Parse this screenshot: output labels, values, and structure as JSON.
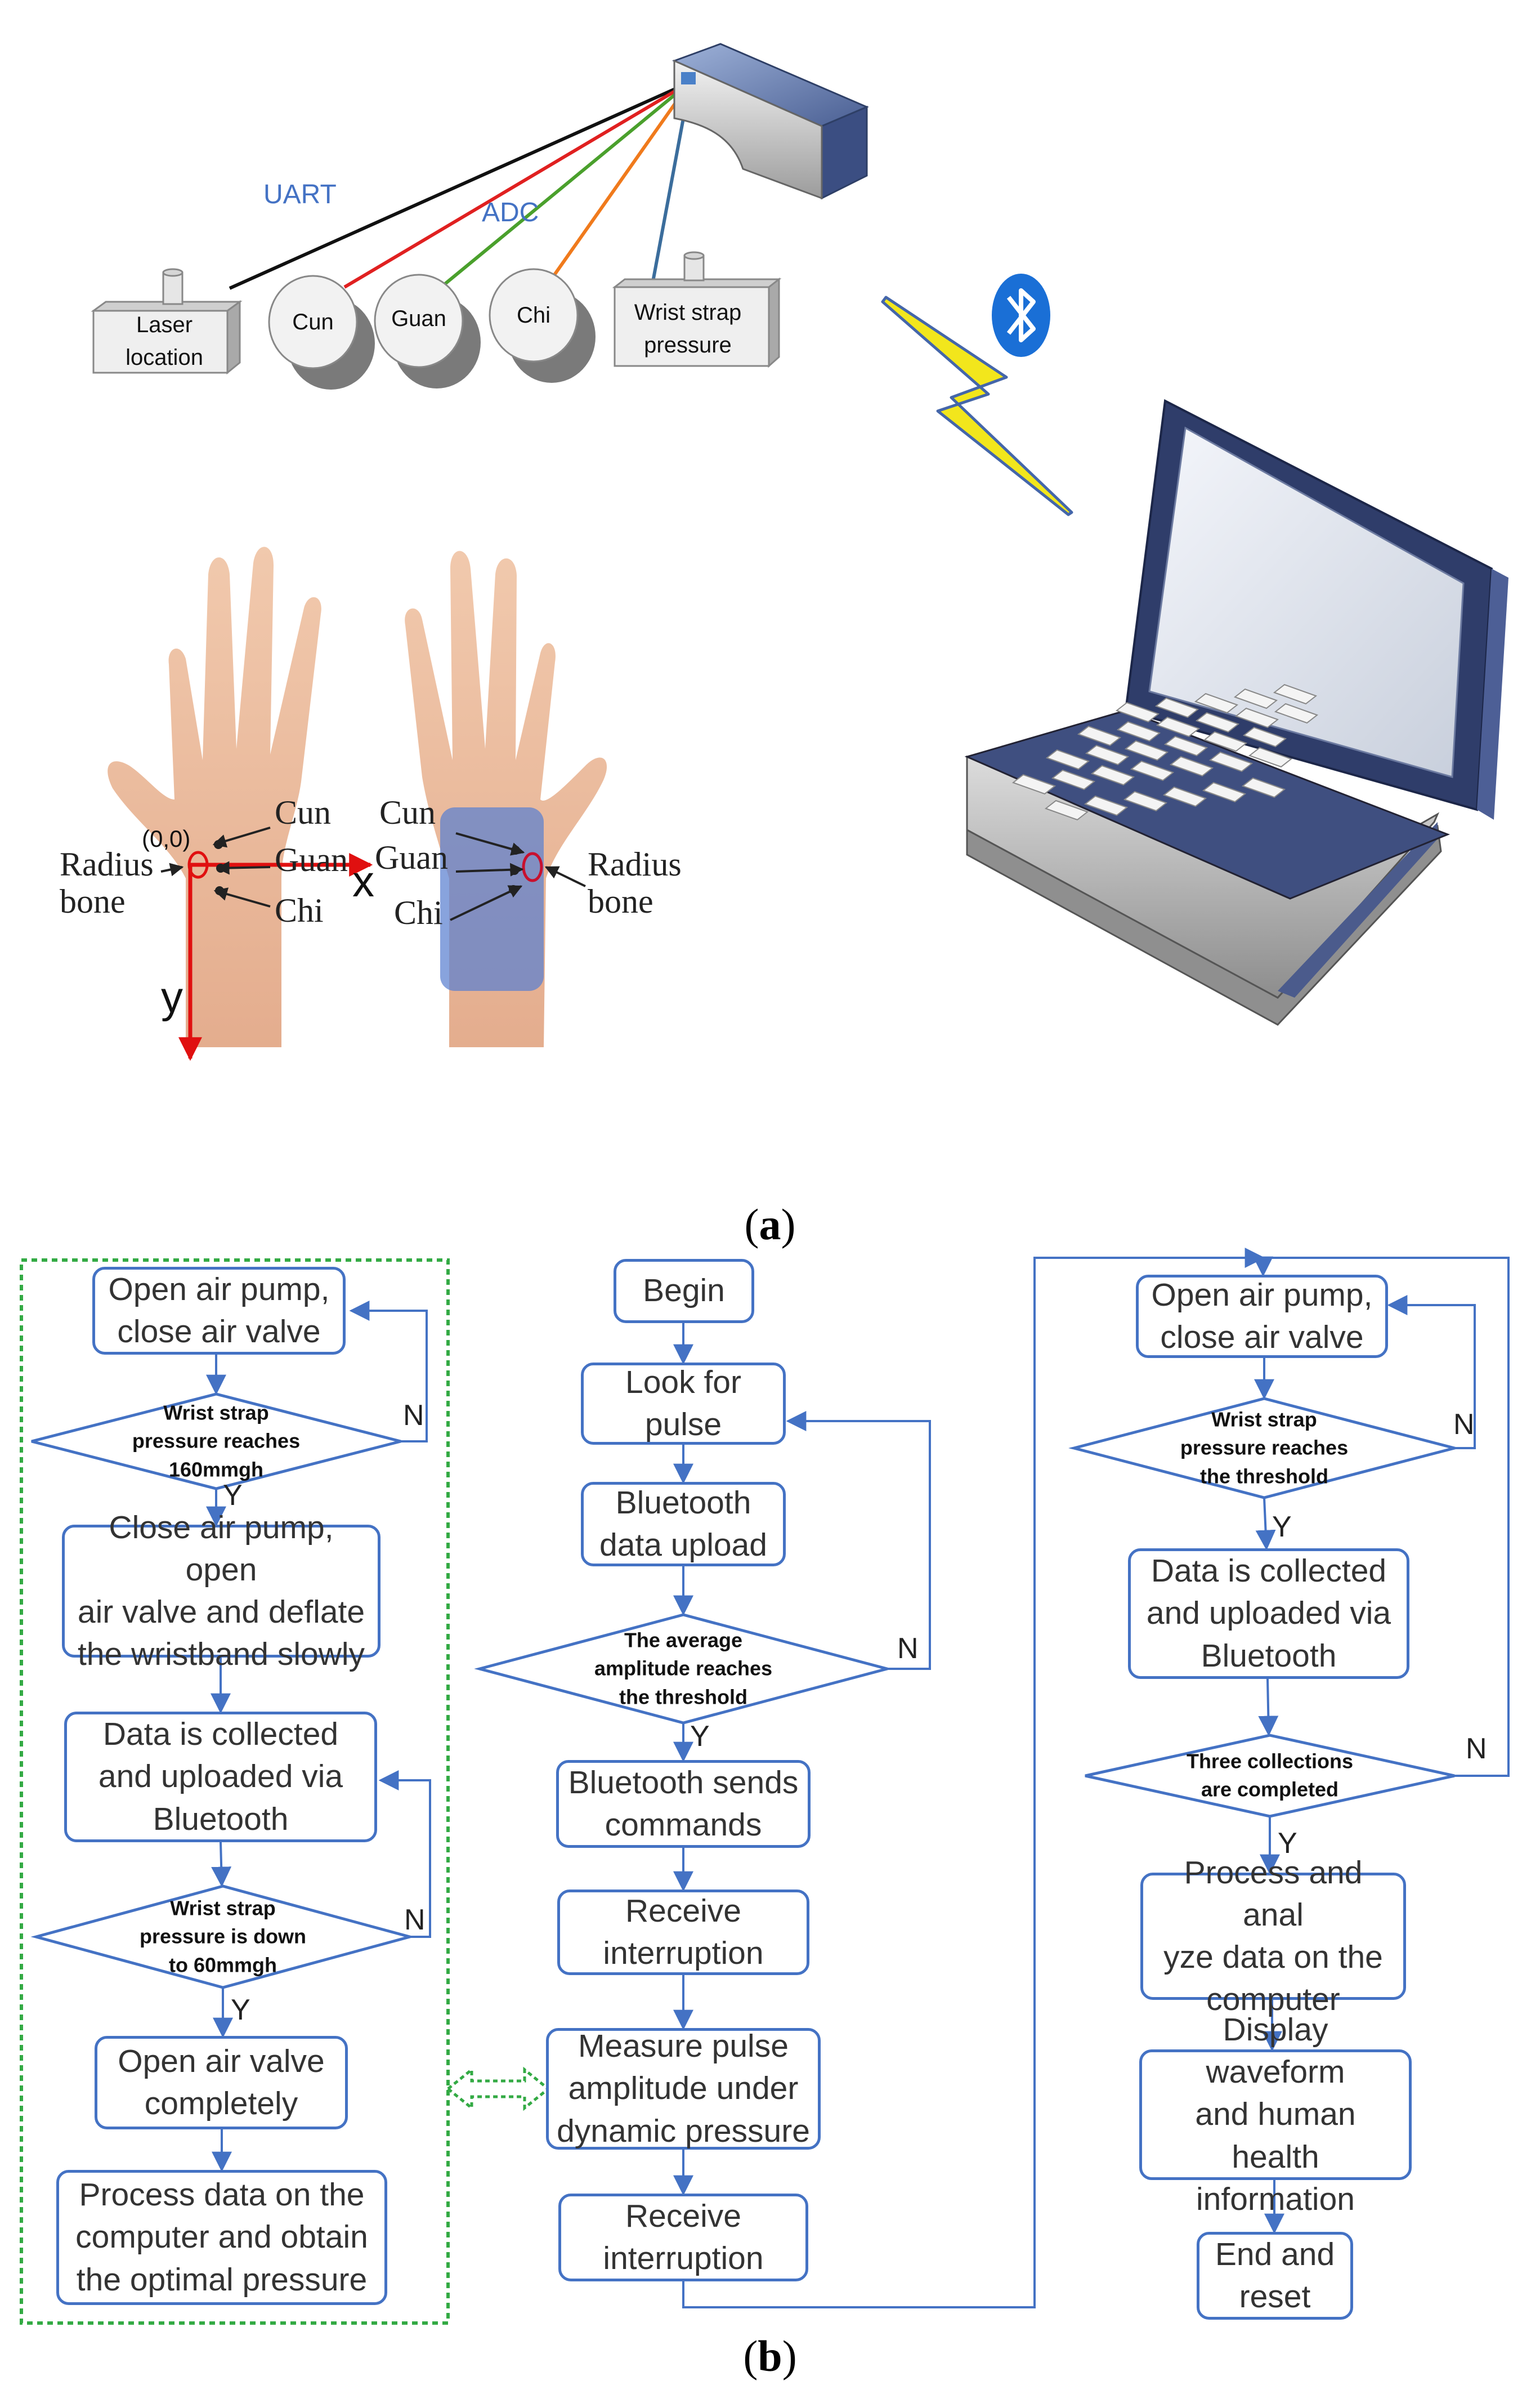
{
  "panels": {
    "a_label": "a",
    "b_label": "b"
  },
  "hardware": {
    "bus_uart": "UART",
    "bus_adc": "ADC",
    "laser": "Laser\nlocation",
    "cun": "Cun",
    "guan": "Guan",
    "chi": "Chi",
    "wrist_strap": "Wrist strap\npressure"
  },
  "hand_left": {
    "origin": "(0,0)",
    "cun": "Cun",
    "guan": "Guan",
    "chi": "Chi",
    "radius_bone": "Radius\nbone",
    "axis_x": "x",
    "axis_y": "y"
  },
  "hand_right": {
    "cun": "Cun",
    "guan": "Guan",
    "chi": "Chi",
    "radius_bone": "Radius\nbone"
  },
  "colors": {
    "flow_blue": "#4472c4",
    "dashed_green": "#33aa44",
    "bluetooth": "#1a6fd6",
    "lightning": "#f2e61c"
  },
  "flow_left": {
    "open_pump": "Open air pump,\nclose air valve",
    "d1": "Wrist strap\npressure reaches\n160mmgh",
    "close_pump": "Close air pump, open\nair valve and deflate\nthe wristband slowly",
    "collect": "Data is collected\nand uploaded via\nBluetooth",
    "d2": "Wrist strap\npressure is down\nto 60mmgh",
    "open_valve": "Open air valve\ncompletely",
    "process": "Process data on the\ncomputer and obtain\nthe optimal pressure",
    "y1": "Y",
    "n1": "N",
    "y2": "Y",
    "n2": "N"
  },
  "flow_middle": {
    "begin": "Begin",
    "look": "Look for\npulse",
    "upload": "Bluetooth\ndata upload",
    "d1": "The average\namplitude reaches\nthe threshold",
    "sends": "Bluetooth sends\ncommands",
    "receive1": "Receive\ninterruption",
    "measure": "Measure pulse\namplitude under\ndynamic pressure",
    "receive2": "Receive\ninterruption",
    "y1": "Y",
    "n1": "N"
  },
  "flow_right": {
    "open_pump": "Open air pump,\nclose air valve",
    "d1": "Wrist strap\npressure reaches\nthe threshold",
    "collect": "Data is collected\nand uploaded via\nBluetooth",
    "d2": "Three collections\nare completed",
    "process": "Process and anal\nyze data on the\ncomputer",
    "display": "Display waveform\nand human health\ninformation",
    "end": "End and\nreset",
    "y1": "Y",
    "n1": "N",
    "y2": "Y",
    "n2": "N"
  }
}
